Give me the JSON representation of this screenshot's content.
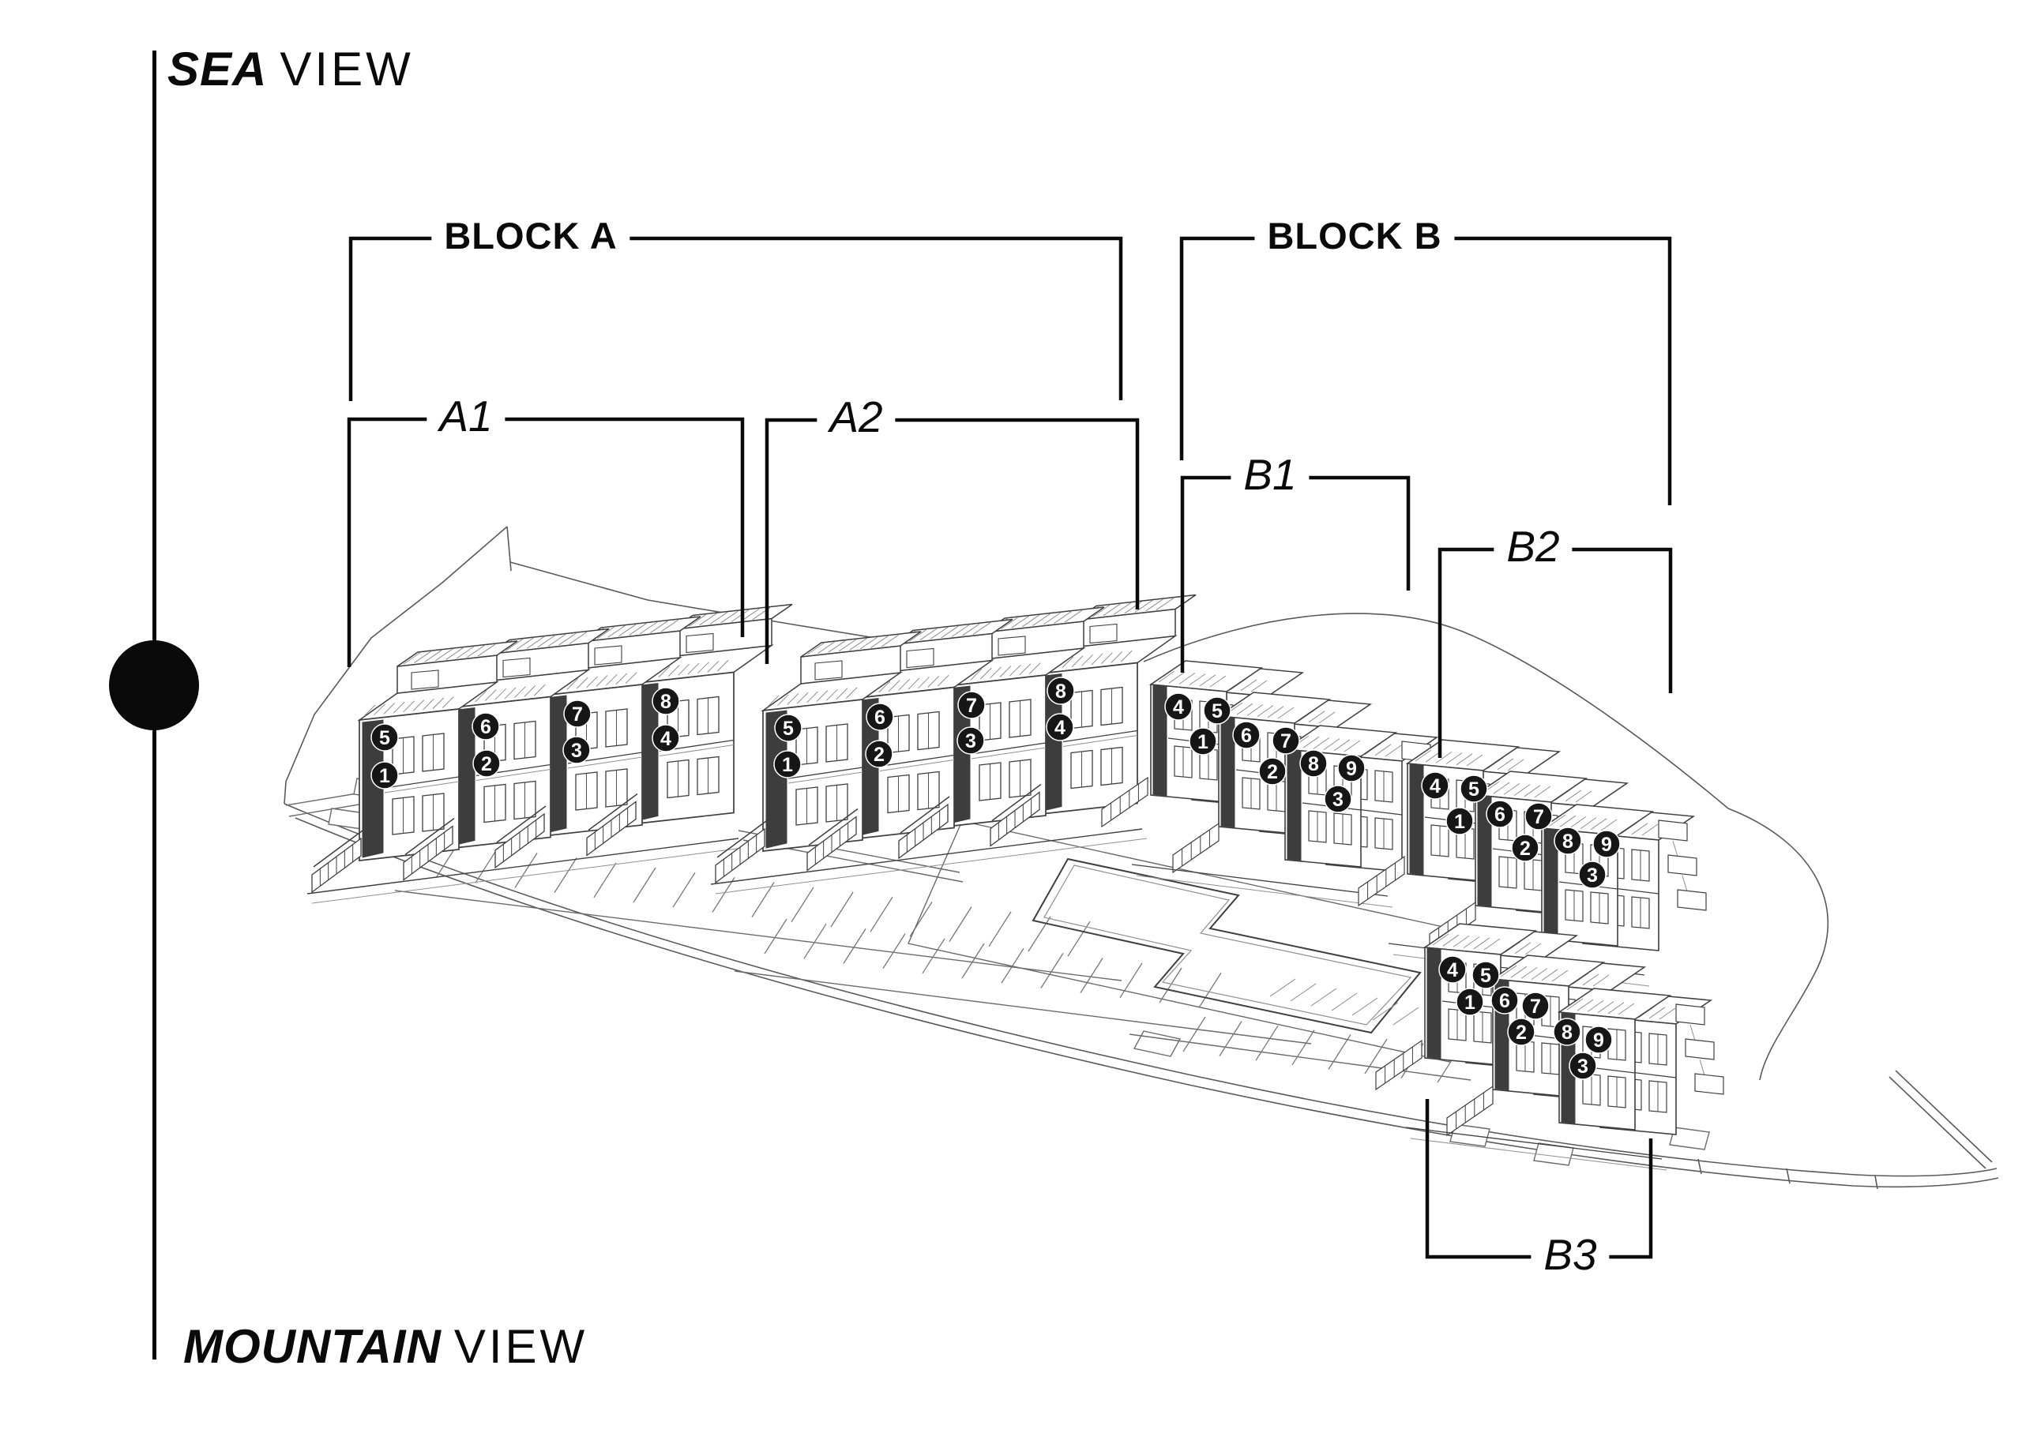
{
  "titles": {
    "sea": {
      "em": "SEA",
      "rest": "VIEW"
    },
    "mountain": {
      "em": "MOUNTAIN",
      "rest": "VIEW"
    }
  },
  "blocks": [
    {
      "id": "A",
      "label": "BLOCK A"
    },
    {
      "id": "B",
      "label": "BLOCK B"
    }
  ],
  "groups": [
    {
      "id": "A1",
      "label": "A1",
      "block": "A",
      "units": [
        "5",
        "1",
        "6",
        "2",
        "7",
        "3",
        "8",
        "4"
      ]
    },
    {
      "id": "A2",
      "label": "A2",
      "block": "A",
      "units": [
        "5",
        "1",
        "6",
        "2",
        "7",
        "3",
        "8",
        "4"
      ]
    },
    {
      "id": "B1",
      "label": "B1",
      "block": "B",
      "units": [
        "4",
        "5",
        "1",
        "6",
        "7",
        "2",
        "8",
        "9",
        "3"
      ]
    },
    {
      "id": "B2",
      "label": "B2",
      "block": "B",
      "units": [
        "4",
        "5",
        "1",
        "6",
        "7",
        "2",
        "8",
        "9",
        "3"
      ]
    },
    {
      "id": "B3",
      "label": "B3",
      "block": "B",
      "units": [
        "4",
        "5",
        "1",
        "6",
        "7",
        "2",
        "8",
        "9",
        "3"
      ]
    }
  ],
  "colors": {
    "ink": "#0a0a0a",
    "drawing_line": "#3f3f3f",
    "light_line": "#8f8f8f",
    "terrain_line": "#5a5a5a",
    "panel_fill": "#3d3d3d",
    "badge_bg": "#161616",
    "badge_fg": "#ffffff",
    "background": "#ffffff"
  }
}
